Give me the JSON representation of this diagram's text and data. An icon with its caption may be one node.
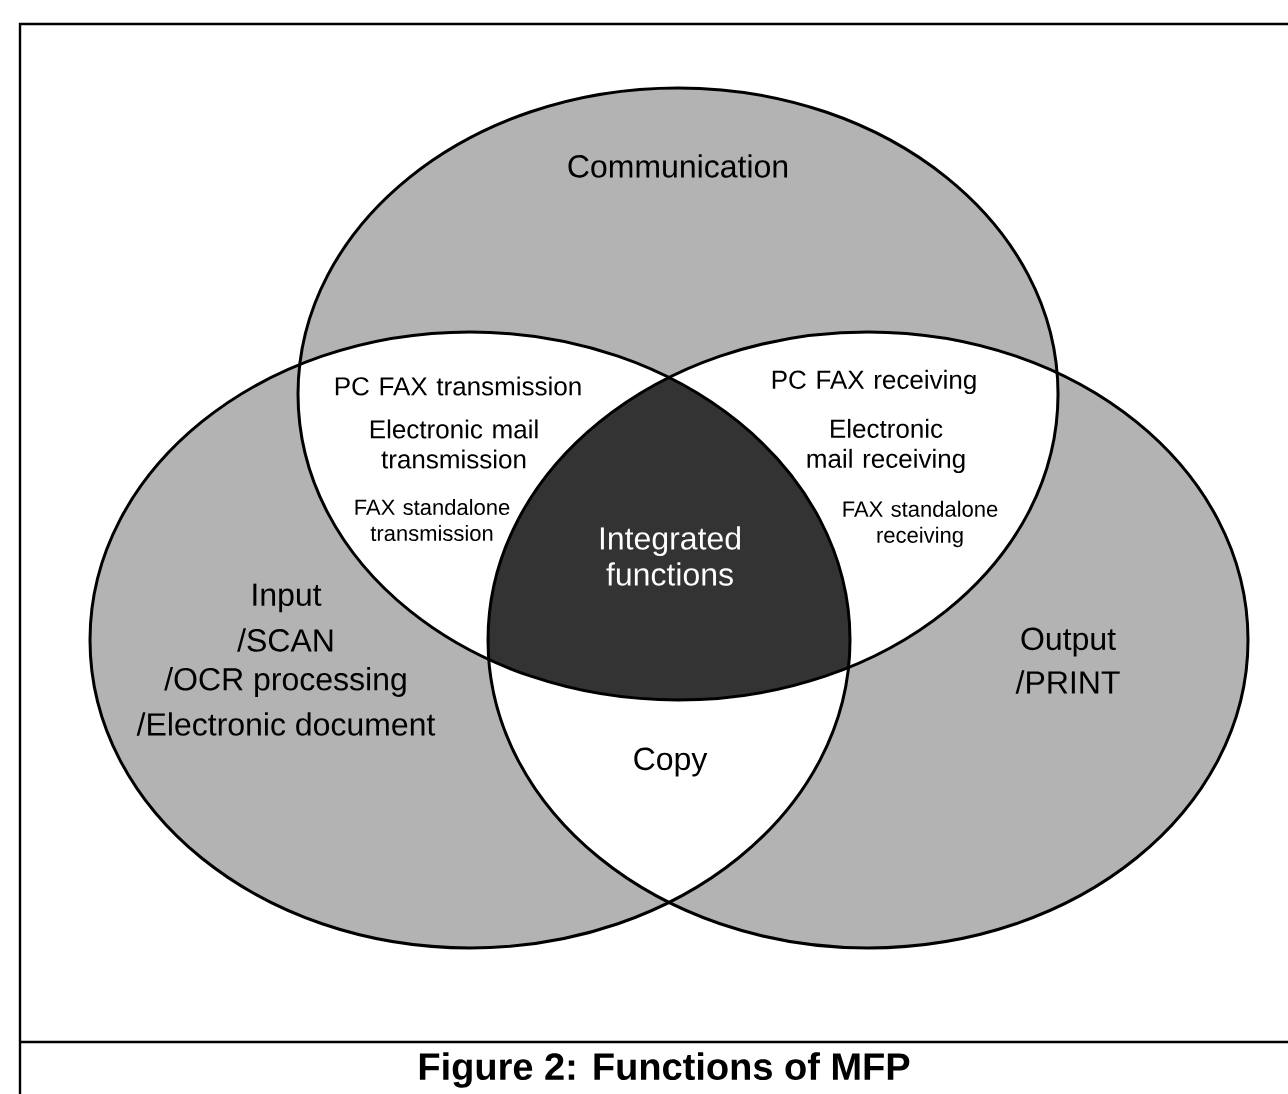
{
  "diagram": {
    "caption": "Figure 2: Functions of MFP",
    "nodes": [
      {
        "text": [
          "Communication"
        ]
      },
      {
        "text": [
          "Input",
          "/SCAN",
          "/OCR processing",
          "/Electronic document"
        ]
      },
      {
        "text": [
          "Output",
          "/PRINT"
        ]
      }
    ],
    "labels": [
      "PC FAX transmission",
      "Electronic mail transmission",
      "FAX standalone transmission",
      "PC FAX receiving",
      "Electronic mail receiving",
      "FAX standalone receiving",
      "Integrated functions",
      "Copy"
    ]
  }
}
